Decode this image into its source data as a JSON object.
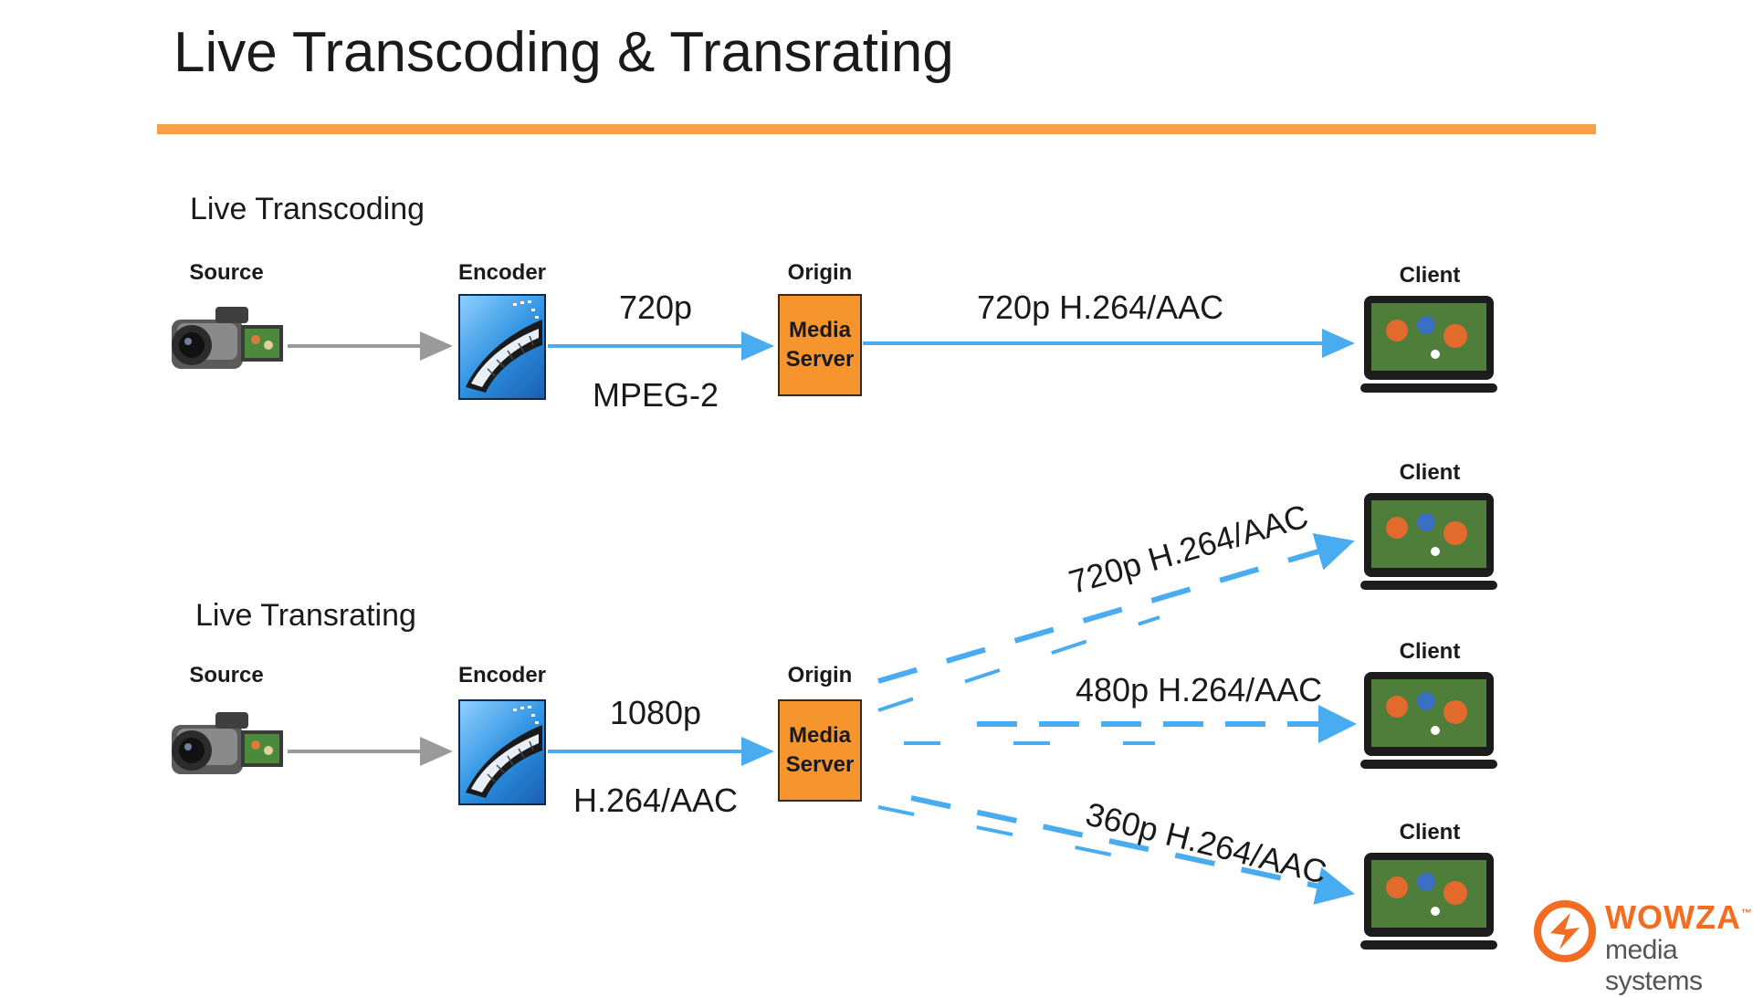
{
  "slide": {
    "title": "Live Transcoding & Transrating",
    "accent_color": "#f7a04a",
    "flow_color": "#4aacf0"
  },
  "transcoding": {
    "heading": "Live Transcoding",
    "source_label": "Source",
    "encoder_label": "Encoder",
    "origin_label": "Origin",
    "origin_box": [
      "Media",
      "Server"
    ],
    "client_label": "Client",
    "input_top": "720p",
    "input_bottom": "MPEG-2",
    "output": "720p H.264/AAC"
  },
  "transrating": {
    "heading": "Live Transrating",
    "source_label": "Source",
    "encoder_label": "Encoder",
    "origin_label": "Origin",
    "origin_box": [
      "Media",
      "Server"
    ],
    "input_top": "1080p",
    "input_bottom": "H.264/AAC",
    "outputs": [
      {
        "label": "720p H.264/AAC",
        "client_label": "Client"
      },
      {
        "label": "480p H.264/AAC",
        "client_label": "Client"
      },
      {
        "label": "360p H.264/AAC",
        "client_label": "Client"
      }
    ]
  },
  "logo": {
    "brand": "WOWZA",
    "trademark": "™",
    "tagline": "media systems",
    "color": "#f26d21"
  },
  "icons": [
    "camcorder-icon",
    "film-reel-icon",
    "laptop-client-icon",
    "wowza-logo-icon"
  ]
}
